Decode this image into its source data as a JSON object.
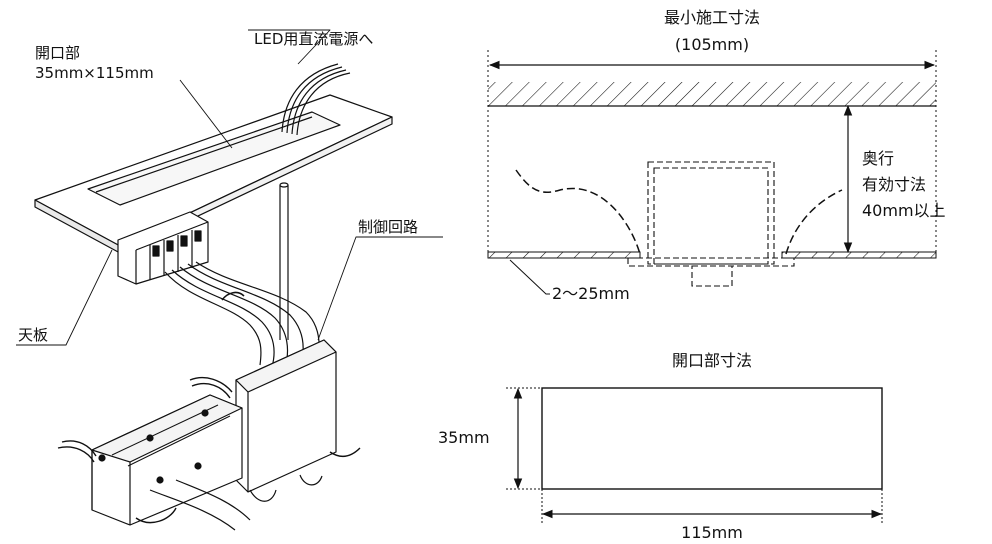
{
  "left": {
    "opening_label": "開口部",
    "opening_size": "35mm×115mm",
    "led_label": "LED用直流電源へ",
    "control_label": "制御回路",
    "top_plate_label": "天板"
  },
  "right_top": {
    "title": "最小施工寸法",
    "width_value": "(105mm)",
    "depth_line1": "奥行",
    "depth_line2": "有効寸法",
    "depth_line3": "40mm以上",
    "thickness_label": "2～25mm"
  },
  "right_bottom": {
    "title": "開口部寸法",
    "height_value": "35mm",
    "width_value": "115mm"
  }
}
